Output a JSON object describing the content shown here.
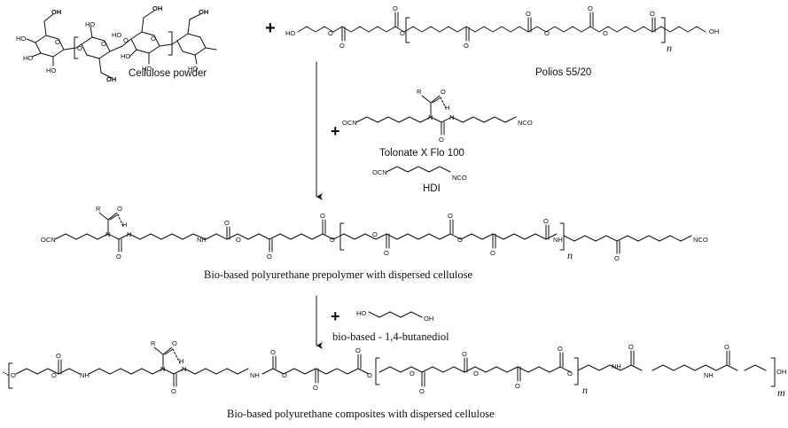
{
  "reactants": {
    "plus": "+",
    "cellulose": {
      "label": "Cellulose powder",
      "atoms": [
        "OH",
        "HO",
        "HO",
        "O",
        "HO",
        "O",
        "HO",
        "HO",
        "O",
        "HO",
        "O",
        "OH",
        "O",
        "OH",
        "HO",
        "HO",
        "OH"
      ]
    },
    "polios": {
      "label": "Polios 55/20",
      "atoms": [
        "HO",
        "O",
        "O",
        "O",
        "O",
        "O",
        "O",
        "O",
        "O",
        "O",
        "O",
        "OH"
      ],
      "repeat": "n"
    }
  },
  "reagents": {
    "plus": "+",
    "tolonate": {
      "label": "Tolonate X Flo 100",
      "atoms": [
        "R",
        "O",
        "H",
        "OCN",
        "N",
        "N",
        "NCO",
        "O"
      ]
    },
    "hdi": {
      "label": "HDI",
      "atoms": [
        "OCN",
        "NCO"
      ]
    }
  },
  "prepolymer": {
    "label": "Bio-based polyurethane prepolymer with dispersed cellulose",
    "atoms": [
      "R",
      "O",
      "H",
      "OCN",
      "N",
      "N",
      "O",
      "NH",
      "O",
      "O",
      "O",
      "O",
      "O",
      "O",
      "O",
      "O",
      "O",
      "O",
      "O",
      "NH",
      "O",
      "NCO"
    ],
    "repeat": "n"
  },
  "chain_extender": {
    "plus": "+",
    "label": "bio-based - 1,4-butanediol",
    "atoms": [
      "HO",
      "OH"
    ]
  },
  "composite": {
    "label": "Bio-based polyurethane composites with dispersed cellulose",
    "atoms": [
      "O",
      "O",
      "O",
      "NH",
      "R",
      "O",
      "N",
      "N",
      "H",
      "O",
      "NH",
      "O",
      "O",
      "O",
      "O",
      "O",
      "O",
      "O",
      "O",
      "O",
      "O",
      "O",
      "O",
      "NH",
      "O",
      "NH",
      "O",
      "OH"
    ],
    "repeat_inner": "n",
    "repeat_outer": "m"
  }
}
